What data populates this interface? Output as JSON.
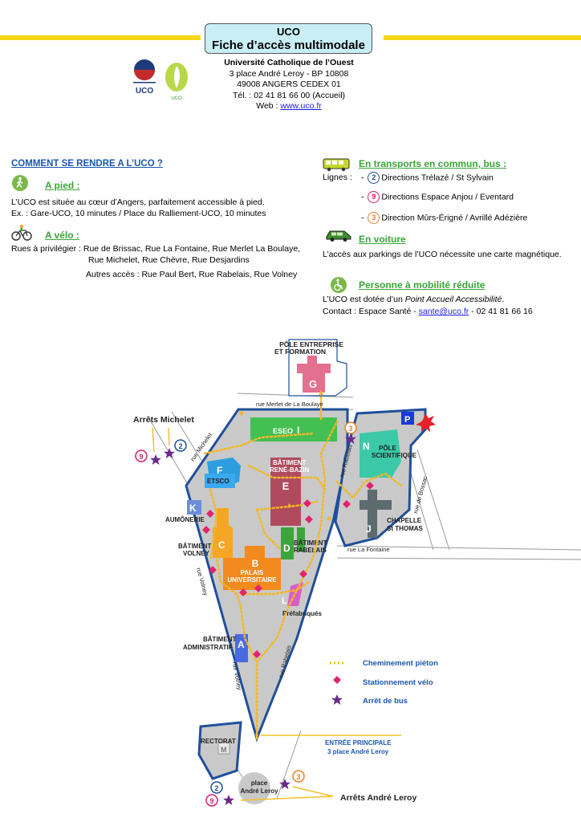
{
  "header": {
    "title1": "UCO",
    "title2": "Fiche d’accès multimodale",
    "org": "Université Catholique de l’Ouest",
    "addr1": "3 place André Leroy - BP 10808",
    "addr2": "49008 ANGERS CEDEX 01",
    "tel": "Tél. : 02 41 81 66 00 (Accueil)",
    "web_label": "Web : ",
    "web": "www.uco.fr",
    "logo1_text": "UCO",
    "logo2_text": "UCO"
  },
  "left": {
    "heading": "COMMENT SE RENDRE A L’UCO ?",
    "pied_title": "A pied :",
    "pied_l1": "L’UCO est située au cœur d’Angers, parfaitement accessible à pied.",
    "pied_l2": "Ex. : Gare-UCO, 10 minutes / Place du Ralliement-UCO, 10 minutes",
    "velo_title": "A vélo :",
    "velo_l1": "Rues à privilégier : Rue de Brissac, Rue La Fontaine, Rue Merlet La Boulaye,",
    "velo_l2": "Rue Michelet, Rue Chèvre, Rue Desjardins",
    "velo_l3": "Autres accès : Rue Paul Bert, Rue Rabelais, Rue Volney"
  },
  "right": {
    "bus_title": "En transports en commun, bus :",
    "lines_label": "Lignes :",
    "line2_num": "2",
    "line2": "Directions Trélazé / St Sylvain",
    "line9_num": "9",
    "line9": "Directions Espace Anjou / Eventard",
    "line3_num": "3",
    "line3": "Direction Mûrs-Érigné / Avrillé Adézière",
    "car_title": "En voiture",
    "car_text": "L’accès aux parkings de l’UCO nécessite une carte magnétique.",
    "pmr_title": "Personne à mobilité réduite",
    "pmr_l1a": "L’UCO est dotée d’un ",
    "pmr_l1b": "Point Accueil Accessibilité",
    "pmr_l1c": ".",
    "pmr_contact": "Contact : Espace Santé - ",
    "pmr_email": "sante@uco.fr",
    "pmr_phone": " - 02 41 81 66 16"
  },
  "map": {
    "pole": "PÔLE ENTREPRISE",
    "pole2": "ET FORMATION",
    "G": "G",
    "rue_merlet": "rue Merlet de La Boulaye",
    "eseo": "ESEO",
    "I": "I",
    "arrets_michelet": "Arrêts Michelet",
    "rue_michelet": "rue Michelet",
    "F": "F",
    "etsco": "ETSCO",
    "batiment_rb": "BÂTIMENT",
    "batiment_rb2": "RENÉ-BAZIN",
    "E": "E",
    "rue_rabelais": "rue Rabelais",
    "N": "N",
    "pole_sci": "PÔLE",
    "pole_sci2": "SCIENTIFIQUE",
    "rue_brissac": "rue de Brissac",
    "J": "J",
    "chapelle": "CHAPELLE",
    "chapelle2": "St THOMAS",
    "K": "K",
    "aumonerie": "AUMÔNERIE",
    "C": "C",
    "bat_volney": "BÂTIMENT",
    "bat_volney2": "VOLNEY",
    "D": "D",
    "bat_rabelais": "BÂTIMENT",
    "bat_rabelais2": "RABELAIS",
    "rue_fontaine": "rue La Fontaine",
    "B": "B",
    "palais": "PALAIS",
    "palais2": "UNIVERSITAIRE",
    "rue_volney": "rue Volney",
    "L": "L",
    "prefabriques": "Préfabriqués",
    "bat_admin": "BÂTIMENT",
    "bat_admin2": "ADMINISTRATIF",
    "A": "A",
    "rue_rabelais2": "rue Rabelais",
    "rue_volney2": "rue Volney",
    "legend_pieton": "Cheminement piéton",
    "legend_velo": "Stationnement vélo",
    "legend_bus": "Arrêt de bus",
    "rectorat": "RECTORAT",
    "M": "M",
    "entree": "ENTRÉE PRINCIPALE",
    "entree2": "3 place André Leroy",
    "place": "place",
    "place2": "André Leroy",
    "arrets_leroy": "Arrêts André Leroy",
    "P": "P",
    "bus2": "2",
    "bus9": "9",
    "bus3": "3"
  },
  "colors": {
    "yellow_bar": "#f5d516",
    "title_bg": "#c9eef6",
    "campus_gray": "#c9c9c9",
    "border_blue": "#1f4f9a",
    "path_yellow": "#f2b824",
    "velo_pink": "#e0246e",
    "bus_purple": "#6b2a8c"
  }
}
